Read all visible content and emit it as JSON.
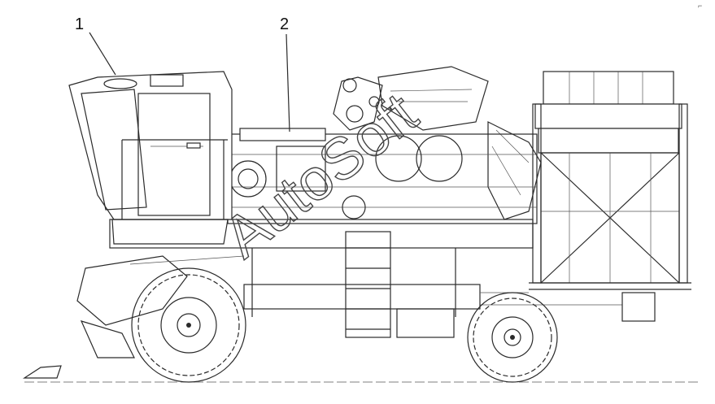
{
  "callouts": [
    {
      "label": "1"
    },
    {
      "label": "2"
    }
  ],
  "watermark": "AutoSoft",
  "corner_mark": "⌐"
}
